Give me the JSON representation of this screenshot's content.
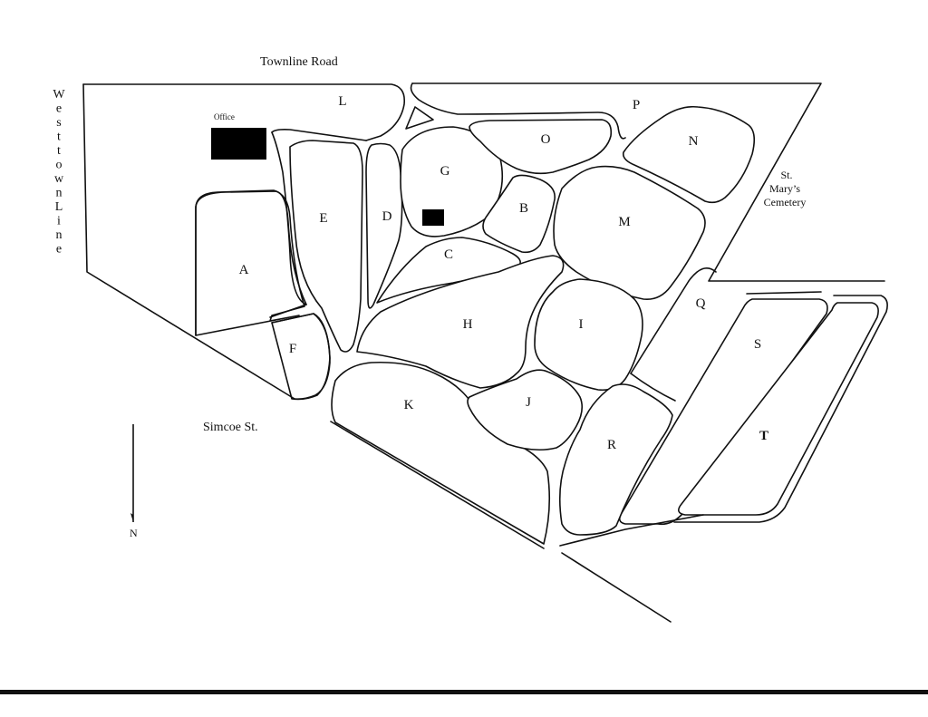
{
  "roads": {
    "north": "Townline Road",
    "west": "Westtown Line",
    "south": "Simcoe St."
  },
  "neighbor": {
    "line1": "St.",
    "line2": "Mary’s",
    "line3": "Cemetery"
  },
  "office_label": "Office",
  "compass_label": "N",
  "sections": [
    "A",
    "B",
    "C",
    "D",
    "E",
    "F",
    "G",
    "H",
    "I",
    "J",
    "K",
    "L",
    "M",
    "N",
    "O",
    "P",
    "Q",
    "R",
    "S",
    "T"
  ]
}
